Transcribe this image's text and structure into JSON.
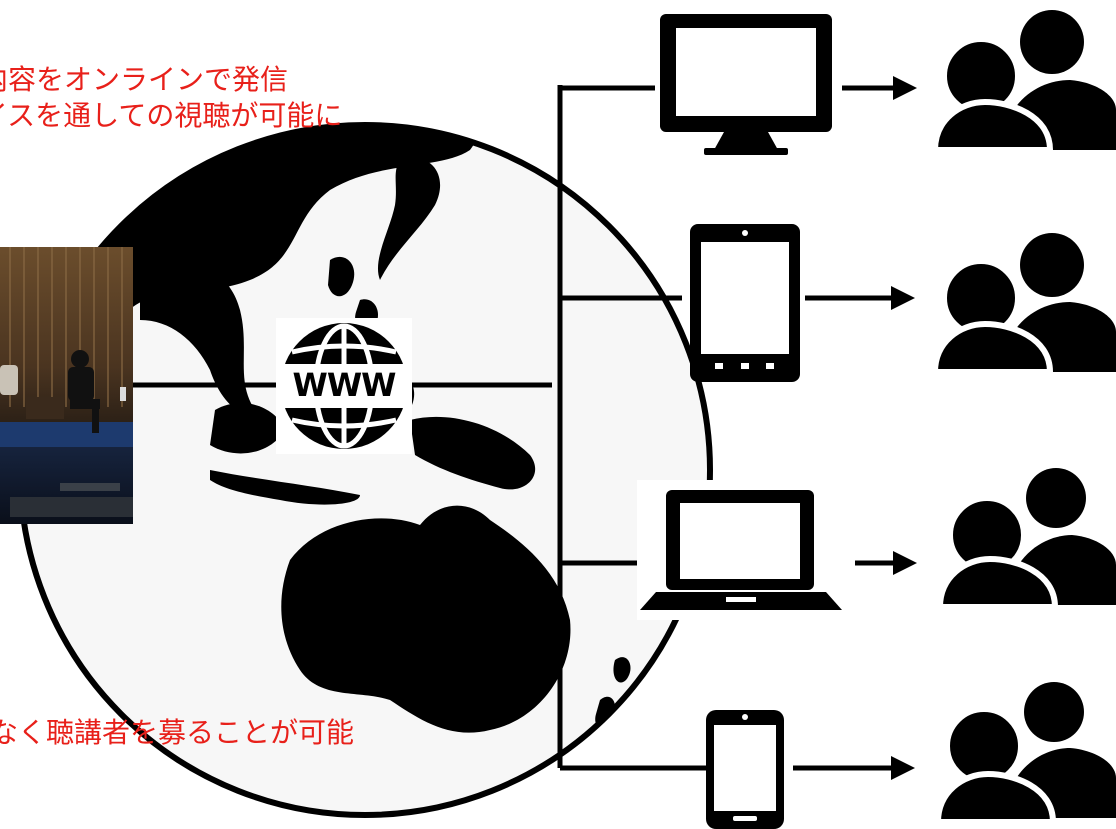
{
  "captions": {
    "line1": "内容をオンラインで発信",
    "line2": "イスを通しての視聴が可能に",
    "line3": "なく聴講者を募ることが可能"
  },
  "hub": {
    "label": "WWW",
    "icon": "www-globe-icon"
  },
  "photo": {
    "icon": "stage-panel-photo"
  },
  "devices": [
    {
      "icon": "desktop-monitor-icon"
    },
    {
      "icon": "tablet-icon"
    },
    {
      "icon": "laptop-icon"
    },
    {
      "icon": "smartphone-icon"
    }
  ],
  "audience_icon": "users-group-icon",
  "colors": {
    "caption": "#e8201a",
    "lines": "#000000",
    "background": "#ffffff"
  }
}
